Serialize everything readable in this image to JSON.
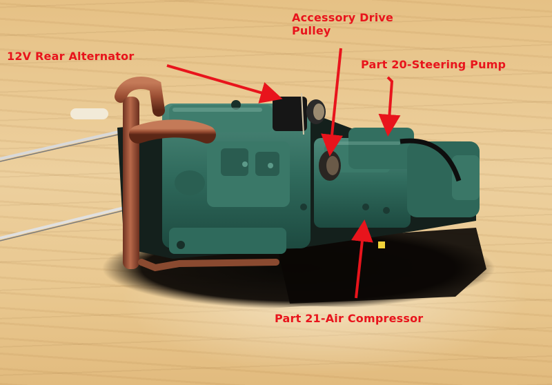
{
  "labels": {
    "rear_alternator": "12V Rear Alternator",
    "accessory_drive_pulley": "Accessory Drive\nPulley",
    "steering_pump": "Part 20-Steering Pump",
    "air_compressor": "Part 21-Air Compressor"
  },
  "colors": {
    "label_red": "#e8141c",
    "engine_green": "#2f6a5c",
    "pipe_copper": "#9a4e33",
    "wood": "#e9c68c"
  }
}
